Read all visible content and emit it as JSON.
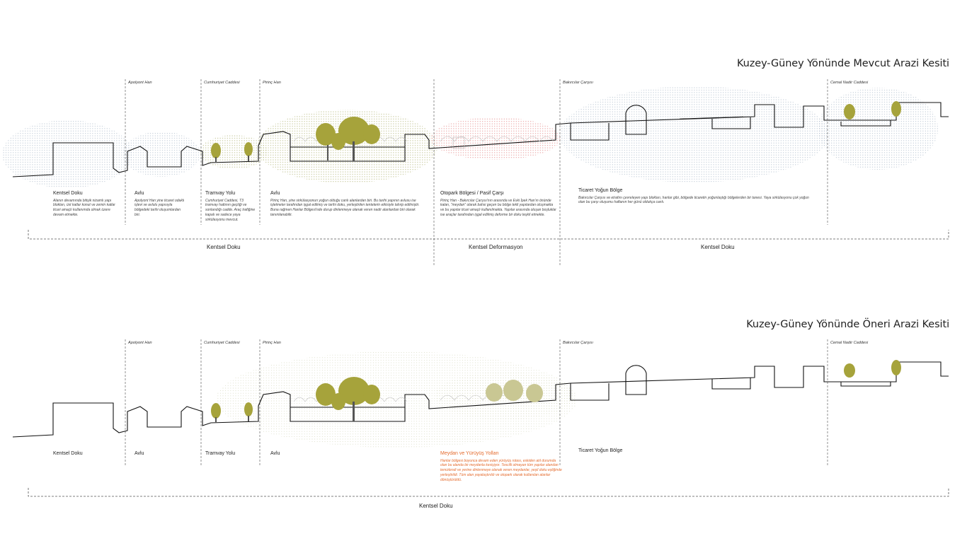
{
  "section1": {
    "title": "Kuzey-Güney Yönünde Mevcut Arazi Kesiti",
    "labels": [
      "Apolyont Han",
      "Cumhuriyet Caddesi",
      "Pirinç Han",
      "Bakırcılar Çarşısı",
      "Cemal Nadir Caddesi"
    ],
    "zones": [
      {
        "title": "Kentsel Doku",
        "desc": "Alanın devamında bitişik nizamlı yapı blokları, üst katlar konut ve zemin katlar ticari amaçlı kullanımda olmak üzere devam etmekte."
      },
      {
        "title": "Avlu",
        "desc": "Apolyont Han yine ticaret odaklı işlevi ve avlulu yapısıyla bölgedeki tarihi oluşumlardan biri."
      },
      {
        "title": "Tramvay Yolu",
        "desc": "Cumhuriyet Caddesi, T3 tramvay hattının geçtiği ve sonlandığı cadde. Araç trafiğine kapalı ve sadece yaya sirkülasyonu mevcut."
      },
      {
        "title": "Avlu",
        "desc": "Pirinç Han, yine sirkülasyonun yoğun olduğu canlı alanlardan biri. Bu tarihi yapının avlusu ise işletmeler tarafından işgal edilmiş ve tarihi doku, yerleştirilen tentelerin etkisiyle tahrip edilmiştir. Buna rağmen Hanlar Bölgesi'nde durup dinlenmeye olanak veren nadir alanlardan biri olarak tanımlanabilir."
      },
      {
        "title": "Otopark Bölgesi / Pasif Çarşı",
        "desc": "Pirinç Han - Bakırcılar Çarşısı'nın arasında ve Eski İpek Han'ın önünde kalan, \"meydan\" olarak bahsi geçen bu bölge tekli yapılardan oluşmakta ve bu yapılar ticari amaçlı kullanılmakta. Yapılar arasında oluşan boşluklar ise araçlar tarafından işgal edilmiş deforme bir doku teşkil etmekte."
      },
      {
        "title": "Ticaret Yoğun Bölge",
        "desc": "Bakırcılar Çarşısı ve etrafını çevreleyen yapı blokları, hanlar gibi, bölgede ticaretin yoğunlaştığı bölgelerden bir tanesi. Yaya sirkülasyonu çok yoğun olan bu çarşı oluşumu haftanın her günü oldukça canlı."
      }
    ],
    "bands": [
      "Kentsel Doku",
      "Kentsel Deformasyon",
      "Kentsel Doku"
    ]
  },
  "section2": {
    "title": "Kuzey-Güney Yönünde Öneri Arazi Kesiti",
    "labels": [
      "Apolyont Han",
      "Cumhuriyet Caddesi",
      "Pirinç Han",
      "Bakırcılar Çarşısı",
      "Cemal Nadir Caddesi"
    ],
    "zones": [
      {
        "title": "Kentsel Doku",
        "desc": ""
      },
      {
        "title": "Avlu",
        "desc": ""
      },
      {
        "title": "Tramvay Yolu",
        "desc": ""
      },
      {
        "title": "Avlu",
        "desc": ""
      },
      {
        "title": "Meydan ve Yürüyüş Yolları",
        "desc": "Hanlar bölgesi boyunca devam eden yürüyüş rotası, eskiden atıl durumda olan bu alanda bir meydanla kesişiyor. Tescilli olmayan tüm yapılar alandan temizlendi ve yerine dinlenmeye olanak veren meydanlar, yeşil doku eşliğinde yerleştirildi. Tüm alan yayalaştırıldı ve otopark olarak kullanılan alanlar dönüştürüldü."
      },
      {
        "title": "Ticaret Yoğun Bölge",
        "desc": ""
      }
    ],
    "bands": [
      "Kentsel Doku"
    ]
  },
  "colors": {
    "ink": "#111111",
    "tree": "#a6a33b",
    "tree_light": "#c9c793",
    "dots_blue": "#a9b7c7",
    "dots_green": "#b9bc86",
    "dots_red": "#e58d8d",
    "accent": "#e46a2c"
  }
}
